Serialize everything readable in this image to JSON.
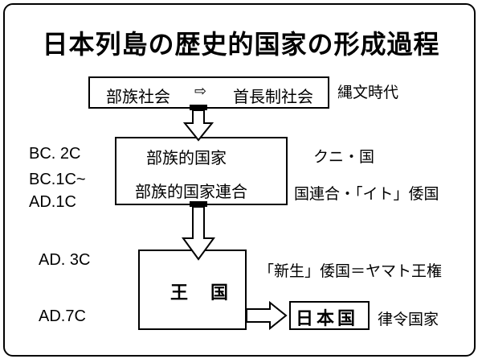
{
  "title": "日本列島の歴史的国家の形成過程",
  "box_top": {
    "left_text": "部族社会",
    "arrow_glyph": "⇨",
    "right_text": "首長制社会"
  },
  "jomon": "縄文時代",
  "box_mid": {
    "line1": "部族的国家",
    "line2": "部族的国家連合"
  },
  "side_labels": {
    "kuni": "クニ・国",
    "kuniren": "国連合・「イト」倭国",
    "shinsei": "「新生」倭国＝ヤマト王権",
    "ritsuryo": "律令国家"
  },
  "eras": {
    "bc2c": "BC. 2C",
    "bc1c": "BC.1C~",
    "ad1c": "AD.1C",
    "ad3c": "AD. 3C",
    "ad7c": "AD.7C"
  },
  "box_ou": {
    "char1": "王",
    "char2": "国"
  },
  "box_nihon": "日本国"
}
